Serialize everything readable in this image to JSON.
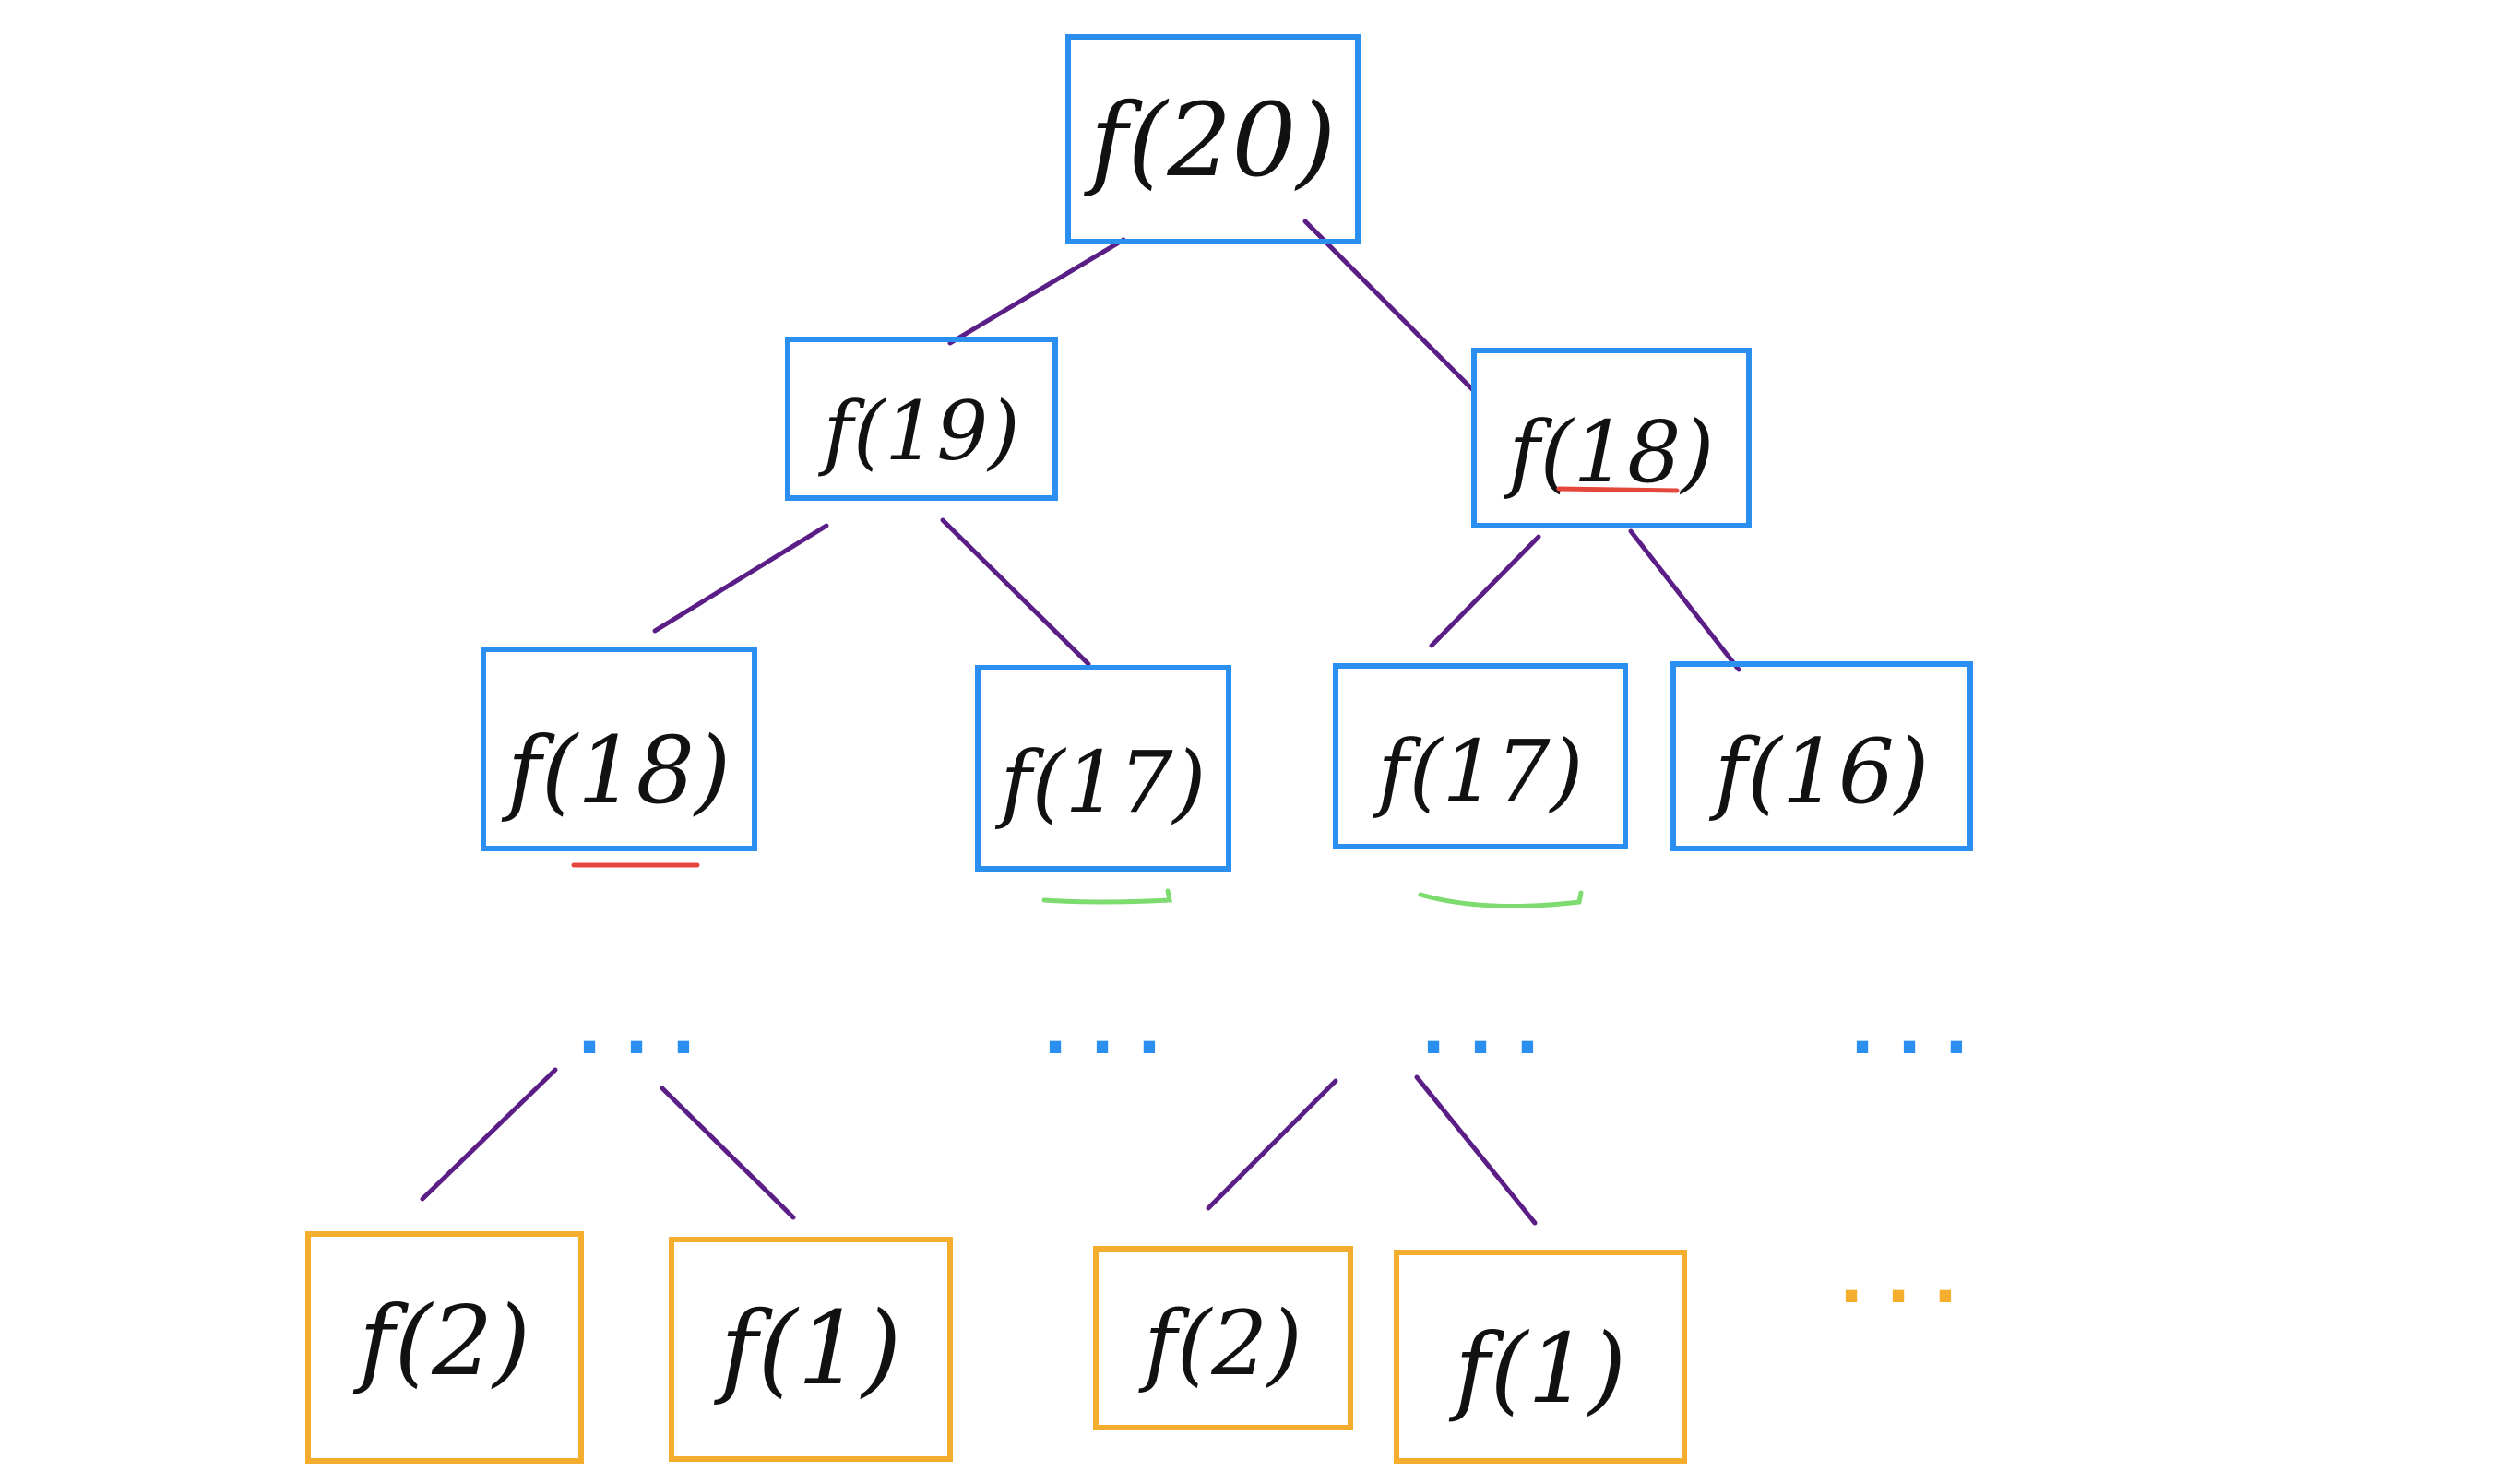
{
  "tree": {
    "colors": {
      "blue_box": "#2b8ff0",
      "orange_box": "#f5ad2e",
      "edge": "#5a1e86",
      "red_underline": "#e5473d",
      "green_underline": "#7ddb6f",
      "blue_ellipsis": "#2b8ff0",
      "orange_ellipsis": "#f5ad2e"
    },
    "nodes": [
      {
        "id": "n20",
        "label": "f(20)",
        "kind": "blue"
      },
      {
        "id": "n19",
        "label": "f(19)",
        "kind": "blue"
      },
      {
        "id": "n18r",
        "label": "f(18)",
        "kind": "blue",
        "underline": "red"
      },
      {
        "id": "n18l",
        "label": "f(18)",
        "kind": "blue",
        "underline": "red"
      },
      {
        "id": "n17a",
        "label": "f(17)",
        "kind": "blue",
        "underline": "green"
      },
      {
        "id": "n17b",
        "label": "f(17)",
        "kind": "blue",
        "underline": "green"
      },
      {
        "id": "n16",
        "label": "f(16)",
        "kind": "blue"
      },
      {
        "id": "l2a",
        "label": "f(2)",
        "kind": "orange"
      },
      {
        "id": "l1a",
        "label": "f(1)",
        "kind": "orange"
      },
      {
        "id": "l2b",
        "label": "f(2)",
        "kind": "orange"
      },
      {
        "id": "l1b",
        "label": "f(1)",
        "kind": "orange"
      }
    ],
    "edges": [
      [
        "n20",
        "n19"
      ],
      [
        "n20",
        "n18r"
      ],
      [
        "n19",
        "n18l"
      ],
      [
        "n19",
        "n17a"
      ],
      [
        "n18r",
        "n17b"
      ],
      [
        "n18r",
        "n16"
      ]
    ],
    "ellipses": [
      {
        "id": "e1",
        "text": "· · ·",
        "color": "blue"
      },
      {
        "id": "e2",
        "text": "· · ·",
        "color": "blue"
      },
      {
        "id": "e3",
        "text": "· · ·",
        "color": "blue"
      },
      {
        "id": "e4",
        "text": "· · ·",
        "color": "blue"
      },
      {
        "id": "e5",
        "text": "· · ·",
        "color": "orange"
      }
    ]
  }
}
